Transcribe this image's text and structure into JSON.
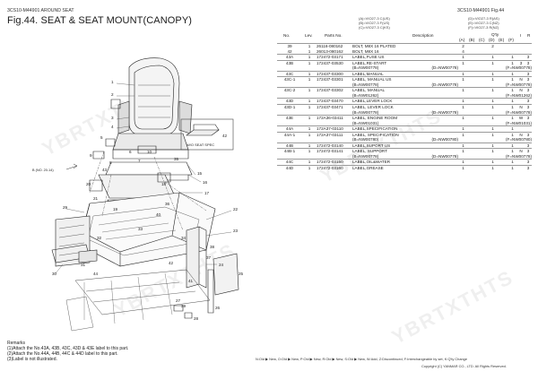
{
  "header": {
    "code_left": "3CS10-M44901   AROUND SEAT",
    "code_right": "3CS10-M44901   Fig.44",
    "title": "Fig.44.  SEAT & SEAT MOUNT(CANOPY)"
  },
  "variants": {
    "left": [
      "(A)=VIO27-3 C(US)",
      "(B)=VIO27-3 F(US)",
      "(C)=VIO27-3 C(KS)"
    ],
    "right": [
      "(D)=VIO27-3 R(AS)",
      "(E)=VIO27-3 C(NZ)",
      "(F)=VIO27-3 R(NZ)"
    ]
  },
  "table": {
    "headers": {
      "no": "No.",
      "lev": "Lev.",
      "parts_no": "Parts No.",
      "description": "Description",
      "qty": "Q'ty",
      "i": "I",
      "r": "R"
    },
    "qty_cols": [
      "(A)",
      "(B)",
      "(C)",
      "(D)",
      "(E)",
      "(F)"
    ],
    "rows": [
      {
        "no": "39",
        "lev": "1",
        "parts": "26116-080162",
        "desc": "BOLT, M8X 16 PLATED",
        "q": [
          "2",
          "",
          "",
          "2",
          "",
          ""
        ],
        "i": "",
        "r": "",
        "sep": true
      },
      {
        "no": "42",
        "lev": "1",
        "parts": "26013-080162",
        "desc": "BOLT, M8X 16",
        "q": [
          "4",
          "",
          "",
          "",
          "",
          ""
        ],
        "i": "",
        "r": ""
      },
      {
        "no": "43A",
        "lev": "1",
        "parts": "172472-03171",
        "desc": "LABEL,FUSE US",
        "q": [
          "1",
          "",
          "",
          "1",
          "",
          "1"
        ],
        "i": "",
        "r": "3",
        "sep": true
      },
      {
        "no": "43B",
        "lev": "1",
        "parts": "172437-03530",
        "desc": "LABEL,RE-START",
        "q": [
          "1",
          "",
          "",
          "1",
          "",
          "1"
        ],
        "i": "3",
        "r": "3",
        "sep": true
      },
      {
        "note_left": "(B=NW00778)",
        "note_right": "(D=NW00778)",
        "note_far": "(F=NW00778)"
      },
      {
        "no": "43C",
        "lev": "1",
        "parts": "172437-03300",
        "desc": "LABEL,MANUAL",
        "q": [
          "1",
          "",
          "",
          "1",
          "",
          "1"
        ],
        "i": "",
        "r": "3",
        "sep": true
      },
      {
        "no": "43C-1",
        "lev": "1",
        "parts": "172437-03301",
        "desc": "LABEL, MANUAL US",
        "q": [
          "1",
          "",
          "",
          "1",
          "",
          "1"
        ],
        "i": "N",
        "r": "3",
        "sep": true
      },
      {
        "note_left": "(B=NW00778)",
        "note_right": "(D=NW00778)",
        "note_far": "(F=NW00778)"
      },
      {
        "no": "43C-2",
        "lev": "1",
        "parts": "172437-03302",
        "desc": "LABEL, MANUAL",
        "q": [
          "1",
          "",
          "",
          "1",
          "",
          "1"
        ],
        "i": "N",
        "r": "3",
        "sep": true
      },
      {
        "note_left": "(B=NW01262)",
        "note_right": "",
        "note_far": "(F=NW01262)"
      },
      {
        "no": "43D",
        "lev": "1",
        "parts": "172437-03470",
        "desc": "LABEL,LEVER LOCK",
        "q": [
          "1",
          "",
          "",
          "1",
          "",
          "1"
        ],
        "i": "",
        "r": "3",
        "sep": true
      },
      {
        "no": "43D-1",
        "lev": "1",
        "parts": "172437-03471",
        "desc": "LABEL, LEVER LOCK",
        "q": [
          "1",
          "",
          "",
          "1",
          "",
          "1"
        ],
        "i": "N",
        "r": "3",
        "sep": true
      },
      {
        "note_left": "(B=NW00778)",
        "note_right": "(D=NW00778)",
        "note_far": "(F=NW00778)"
      },
      {
        "no": "43E",
        "lev": "1",
        "parts": "172A36-03411",
        "desc": "LABEL, ENGINE ROOM",
        "q": [
          "1",
          "",
          "",
          "1",
          "",
          "1"
        ],
        "i": "W",
        "r": "3",
        "sep": true
      },
      {
        "note_left": "(B=NW01031)",
        "note_right": "",
        "note_far": "(F=NW01031)"
      },
      {
        "no": "44A",
        "lev": "1",
        "parts": "172A37-03110",
        "desc": "LABEL,SPECIFICATION",
        "q": [
          "1",
          "",
          "",
          "1",
          "",
          "1"
        ],
        "i": "",
        "r": "",
        "sep": true
      },
      {
        "no": "44A-1",
        "lev": "1",
        "parts": "172A37-03111",
        "desc": "LABEL, SPECIFICATION",
        "q": [
          "1",
          "",
          "",
          "1",
          "",
          "1"
        ],
        "i": "N",
        "r": "3",
        "sep": true
      },
      {
        "note_left": "(B=NW00780)",
        "note_right": "(D=NW00780)",
        "note_far": "(F=NW00780)"
      },
      {
        "no": "44B",
        "lev": "1",
        "parts": "172472-03140",
        "desc": "LABEL,SUPORT US",
        "q": [
          "1",
          "",
          "",
          "1",
          "",
          "1"
        ],
        "i": "",
        "r": "3",
        "sep": true
      },
      {
        "no": "44B-1",
        "lev": "1",
        "parts": "172472-03141",
        "desc": "LABEL, SUPPORT",
        "q": [
          "1",
          "",
          "",
          "1",
          "",
          "1"
        ],
        "i": "N",
        "r": "3",
        "sep": true
      },
      {
        "note_left": "(B=NW00778)",
        "note_right": "(D=NW00778)",
        "note_far": "(F=NW00778)"
      },
      {
        "no": "44C",
        "lev": "1",
        "parts": "172472-03150",
        "desc": "LABEL,OIL&WATER",
        "q": [
          "1",
          "",
          "",
          "1",
          "",
          "1"
        ],
        "i": "",
        "r": "3",
        "sep": true
      },
      {
        "no": "44D",
        "lev": "1",
        "parts": "172472-03160",
        "desc": "LABEL,GREASE",
        "q": [
          "1",
          "",
          "",
          "1",
          "",
          "1"
        ],
        "i": "",
        "r": "3",
        "sep": true
      }
    ]
  },
  "diagram": {
    "callouts": [
      "1",
      "2",
      "3",
      "4",
      "5",
      "6",
      "7",
      "8",
      "9",
      "10",
      "15",
      "16",
      "17",
      "18",
      "19",
      "20",
      "21",
      "22",
      "23",
      "24",
      "25",
      "26",
      "27",
      "28",
      "29",
      "30",
      "31",
      "32",
      "33",
      "34",
      "35",
      "36",
      "37",
      "38",
      "39",
      "40",
      "41",
      "42",
      "43",
      "44"
    ],
    "inset_label": "W/O SEAT SPEC",
    "inset_number": "42",
    "arrow_note": "B (NO. 20-14)"
  },
  "remarks": {
    "title": "Remarks",
    "lines": [
      "(1)Attach the No.43A, 43B, 43C, 43D & 43E label to this part.",
      "(2)Attach the No.44A, 44B, 44C & 44D label to this part.",
      "(3)Label is not illustrated."
    ]
  },
  "footer": {
    "legend": "N:Old ▶ New, O:Old ▶ New, P:Old ▶ New, R:Old ▶ New, S:Old ▶ New, W:Add, Z:Discontinued, F:Interchangeable by set, K:Q'ty Change",
    "copyright": "Copyright (C)  YANMAR CO., LTD. All Rights Reserved."
  },
  "watermark": "YBRTXTHTS"
}
